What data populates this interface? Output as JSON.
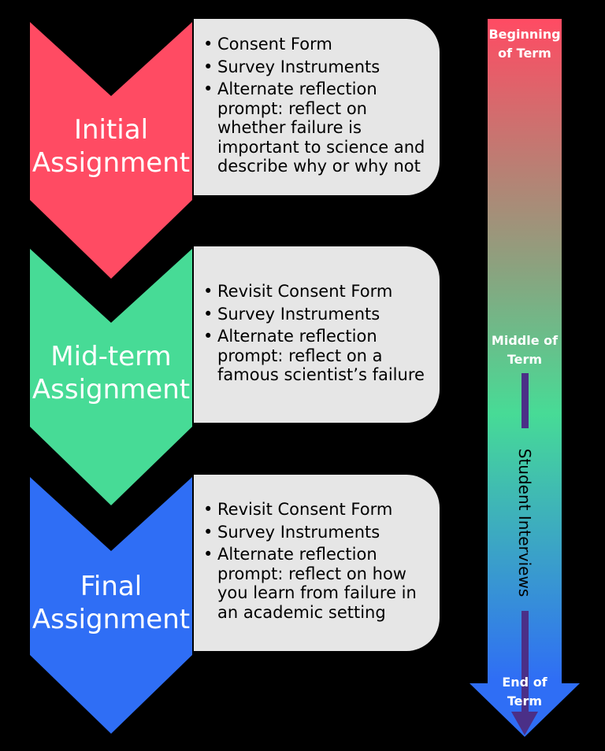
{
  "colors": {
    "initial": "#ff4b63",
    "midterm": "#47db96",
    "final": "#2f6ef5",
    "card": "#e6e6e6",
    "interview_bar": "#4b2f87"
  },
  "assignments": [
    {
      "title_line1": "Initial",
      "title_line2": "Assignment",
      "bullets": [
        "Consent Form",
        "Survey Instruments",
        "Alternate reflection prompt: reflect on whether failure is important to science and describe why or why not"
      ]
    },
    {
      "title_line1": "Mid-term",
      "title_line2": "Assignment",
      "bullets": [
        "Revisit Consent Form",
        "Survey Instruments",
        "Alternate reflection prompt: reflect on a famous scientist’s failure"
      ]
    },
    {
      "title_line1": "Final",
      "title_line2": "Assignment",
      "bullets": [
        "Revisit Consent Form",
        "Survey Instruments",
        "Alternate reflection prompt: reflect on how you learn from failure in an academic setting"
      ]
    }
  ],
  "timeline": {
    "beginning_line1": "Beginning",
    "beginning_line2": "of Term",
    "middle_line1": "Middle of",
    "middle_line2": "Term",
    "end_line1": "End of",
    "end_line2": "Term",
    "interviews": "Student Interviews",
    "gradient": [
      "#ff4b63",
      "#8aa37f",
      "#47db96",
      "#2f6ef5"
    ]
  }
}
